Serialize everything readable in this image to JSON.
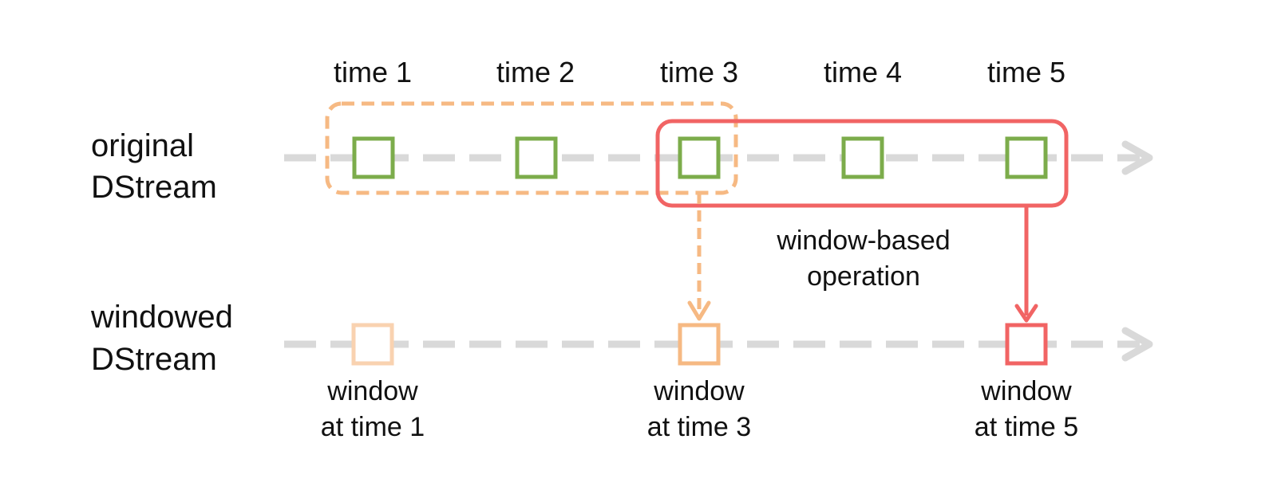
{
  "time_labels": [
    "time 1",
    "time 2",
    "time 3",
    "time 4",
    "time 5"
  ],
  "streams": {
    "original": {
      "label_line1": "original",
      "label_line2": "DStream"
    },
    "windowed": {
      "label_line1": "windowed",
      "label_line2": "DStream"
    }
  },
  "operation_label": {
    "line1": "window-based",
    "line2": "operation"
  },
  "window_captions": [
    {
      "line1": "window",
      "line2": "at time 1"
    },
    {
      "line1": "window",
      "line2": "at time 3"
    },
    {
      "line1": "window",
      "line2": "at time 5"
    }
  ],
  "colors": {
    "timeline": "#d9d9d9",
    "batch_green": "#7cac4b",
    "window_orange": "#f6b983",
    "window_orange_light": "#f9d2b0",
    "window_red": "#f16464"
  }
}
